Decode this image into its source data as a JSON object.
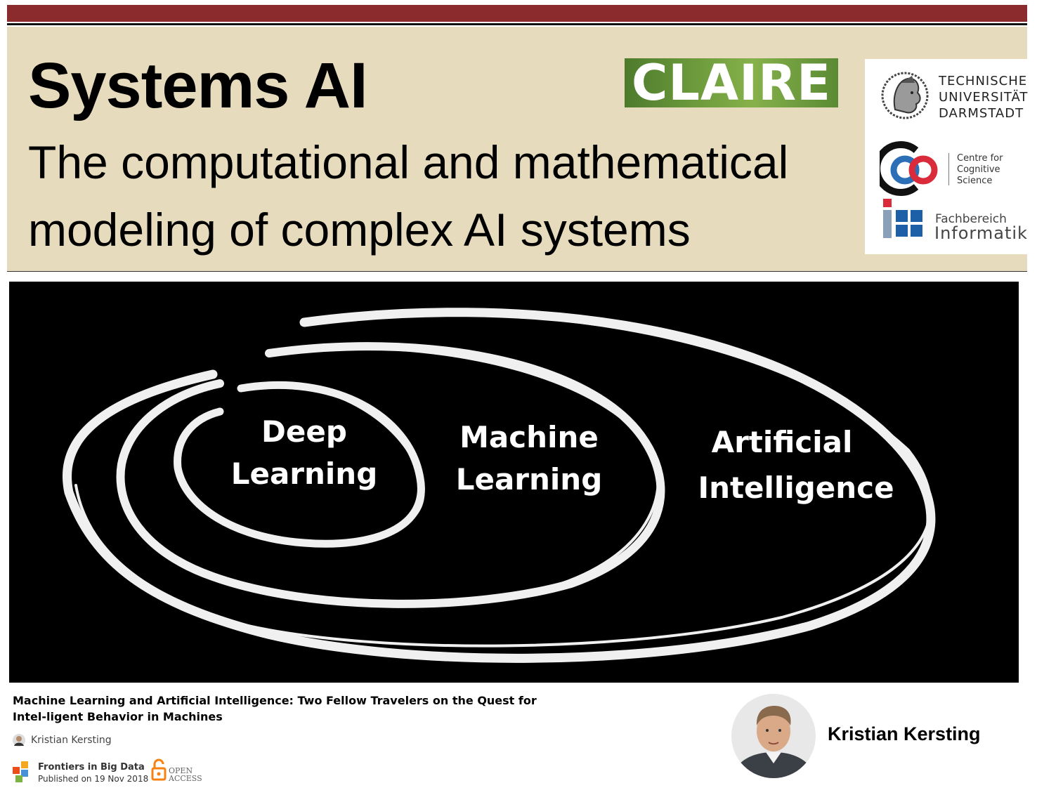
{
  "header": {
    "title": "Systems AI",
    "subtitle_line1": "The computational and mathematical",
    "subtitle_line2": "modeling of complex AI systems"
  },
  "logos": {
    "claire": "CLAIRE",
    "tu_line1": "TECHNISCHE",
    "tu_line2": "UNIVERSITÄT",
    "tu_line3": "DARMSTADT",
    "ccs_line1": "Centre for",
    "ccs_line2": "Cognitive",
    "ccs_line3": "Science",
    "fb_line1": "Fachbereich",
    "fb_line2": "Informatik"
  },
  "diagram": {
    "deep_line1": "Deep",
    "deep_line2": "Learning",
    "ml_line1": "Machine",
    "ml_line2": "Learning",
    "ai_line1": "Artificial",
    "ai_line2": "Intelligence"
  },
  "paper": {
    "title": "Machine Learning and Artificial Intelligence: Two Fellow Travelers on the Quest for Intel-ligent Behavior in Machines",
    "author": "Kristian Kersting",
    "journal": "Frontiers in Big Data",
    "published": "Published on 19 Nov 2018",
    "open_line1": "OPEN",
    "open_line2": "ACCESS"
  },
  "speaker": {
    "name": "Kristian Kersting"
  },
  "colors": {
    "bar": "#8b2b2e",
    "panel": "#e7dbbd",
    "claire_green": "#6e9c3d",
    "ccs_red": "#d92b3a",
    "ccs_blue": "#2d6fb7",
    "fb_blue": "#1e60a8"
  }
}
